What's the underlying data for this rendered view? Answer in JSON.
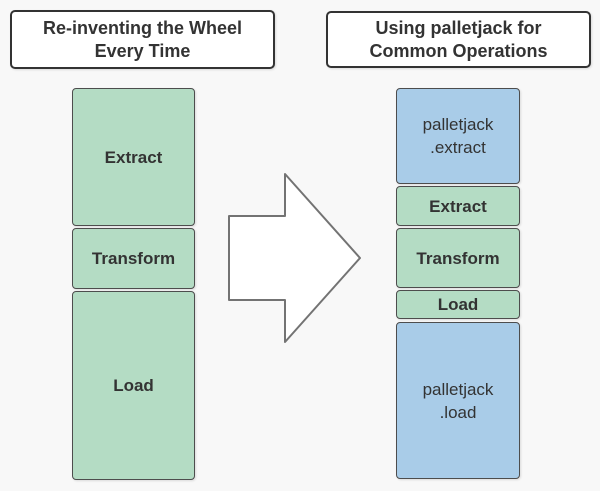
{
  "palette": {
    "background": "#f8f8f8",
    "process_green": "#b4dcc4",
    "palletjack_blue": "#a9cce8",
    "box_border": "#4d4d4d",
    "title_border": "#333333",
    "text": "#333333",
    "arrow_outline": "#737373",
    "arrow_fill": "#ffffff"
  },
  "left_panel": {
    "title": "Re-inventing the Wheel\nEvery Time",
    "boxes": [
      {
        "label": "Extract",
        "color": "green"
      },
      {
        "label": "Transform",
        "color": "green"
      },
      {
        "label": "Load",
        "color": "green"
      }
    ]
  },
  "right_panel": {
    "title": "Using palletjack for\nCommon Operations",
    "boxes": [
      {
        "label": "palletjack\n.extract",
        "color": "blue"
      },
      {
        "label": "Extract",
        "color": "green"
      },
      {
        "label": "Transform",
        "color": "green"
      },
      {
        "label": "Load",
        "color": "green"
      },
      {
        "label": "palletjack\n.load",
        "color": "blue"
      }
    ]
  },
  "arrow": {
    "direction": "right"
  }
}
